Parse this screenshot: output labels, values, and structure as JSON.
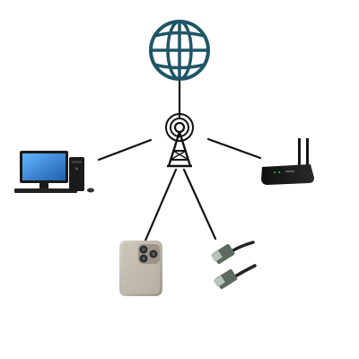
{
  "diagram": {
    "nodes": [
      {
        "id": "internet",
        "icon": "globe-icon"
      },
      {
        "id": "wireless-tower",
        "icon": "antenna-tower-icon"
      },
      {
        "id": "desktop-computer",
        "icon": "desktop-computer-icon"
      },
      {
        "id": "router",
        "icon": "wifi-router-icon"
      },
      {
        "id": "smartphone",
        "icon": "smartphone-icon"
      },
      {
        "id": "ethernet-cable",
        "icon": "ethernet-cable-icon"
      }
    ],
    "links": [
      {
        "from": "internet",
        "to": "wireless-tower"
      },
      {
        "from": "wireless-tower",
        "to": "desktop-computer"
      },
      {
        "from": "wireless-tower",
        "to": "router"
      },
      {
        "from": "wireless-tower",
        "to": "smartphone"
      },
      {
        "from": "wireless-tower",
        "to": "ethernet-cable"
      }
    ],
    "colors": {
      "globe": "#1f5566",
      "line": "#111111",
      "monitor_screen": "#2f7fd0",
      "router_body": "#141414",
      "phone_body": "#b9b1a5"
    }
  }
}
